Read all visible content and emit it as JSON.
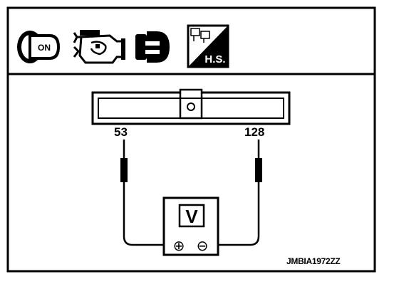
{
  "icons": {
    "ignition": {
      "label": "ON"
    },
    "engine": {
      "name": "engine-icon"
    },
    "connector": {
      "name": "connector-icon"
    },
    "harness_side": {
      "label": "H.S."
    }
  },
  "connector": {
    "pins": {
      "left": "53",
      "right": "128"
    }
  },
  "voltmeter": {
    "label": "V",
    "positive_symbol": "⊕",
    "negative_symbol": "⊖"
  },
  "reference_code": "JMBIA1972ZZ"
}
